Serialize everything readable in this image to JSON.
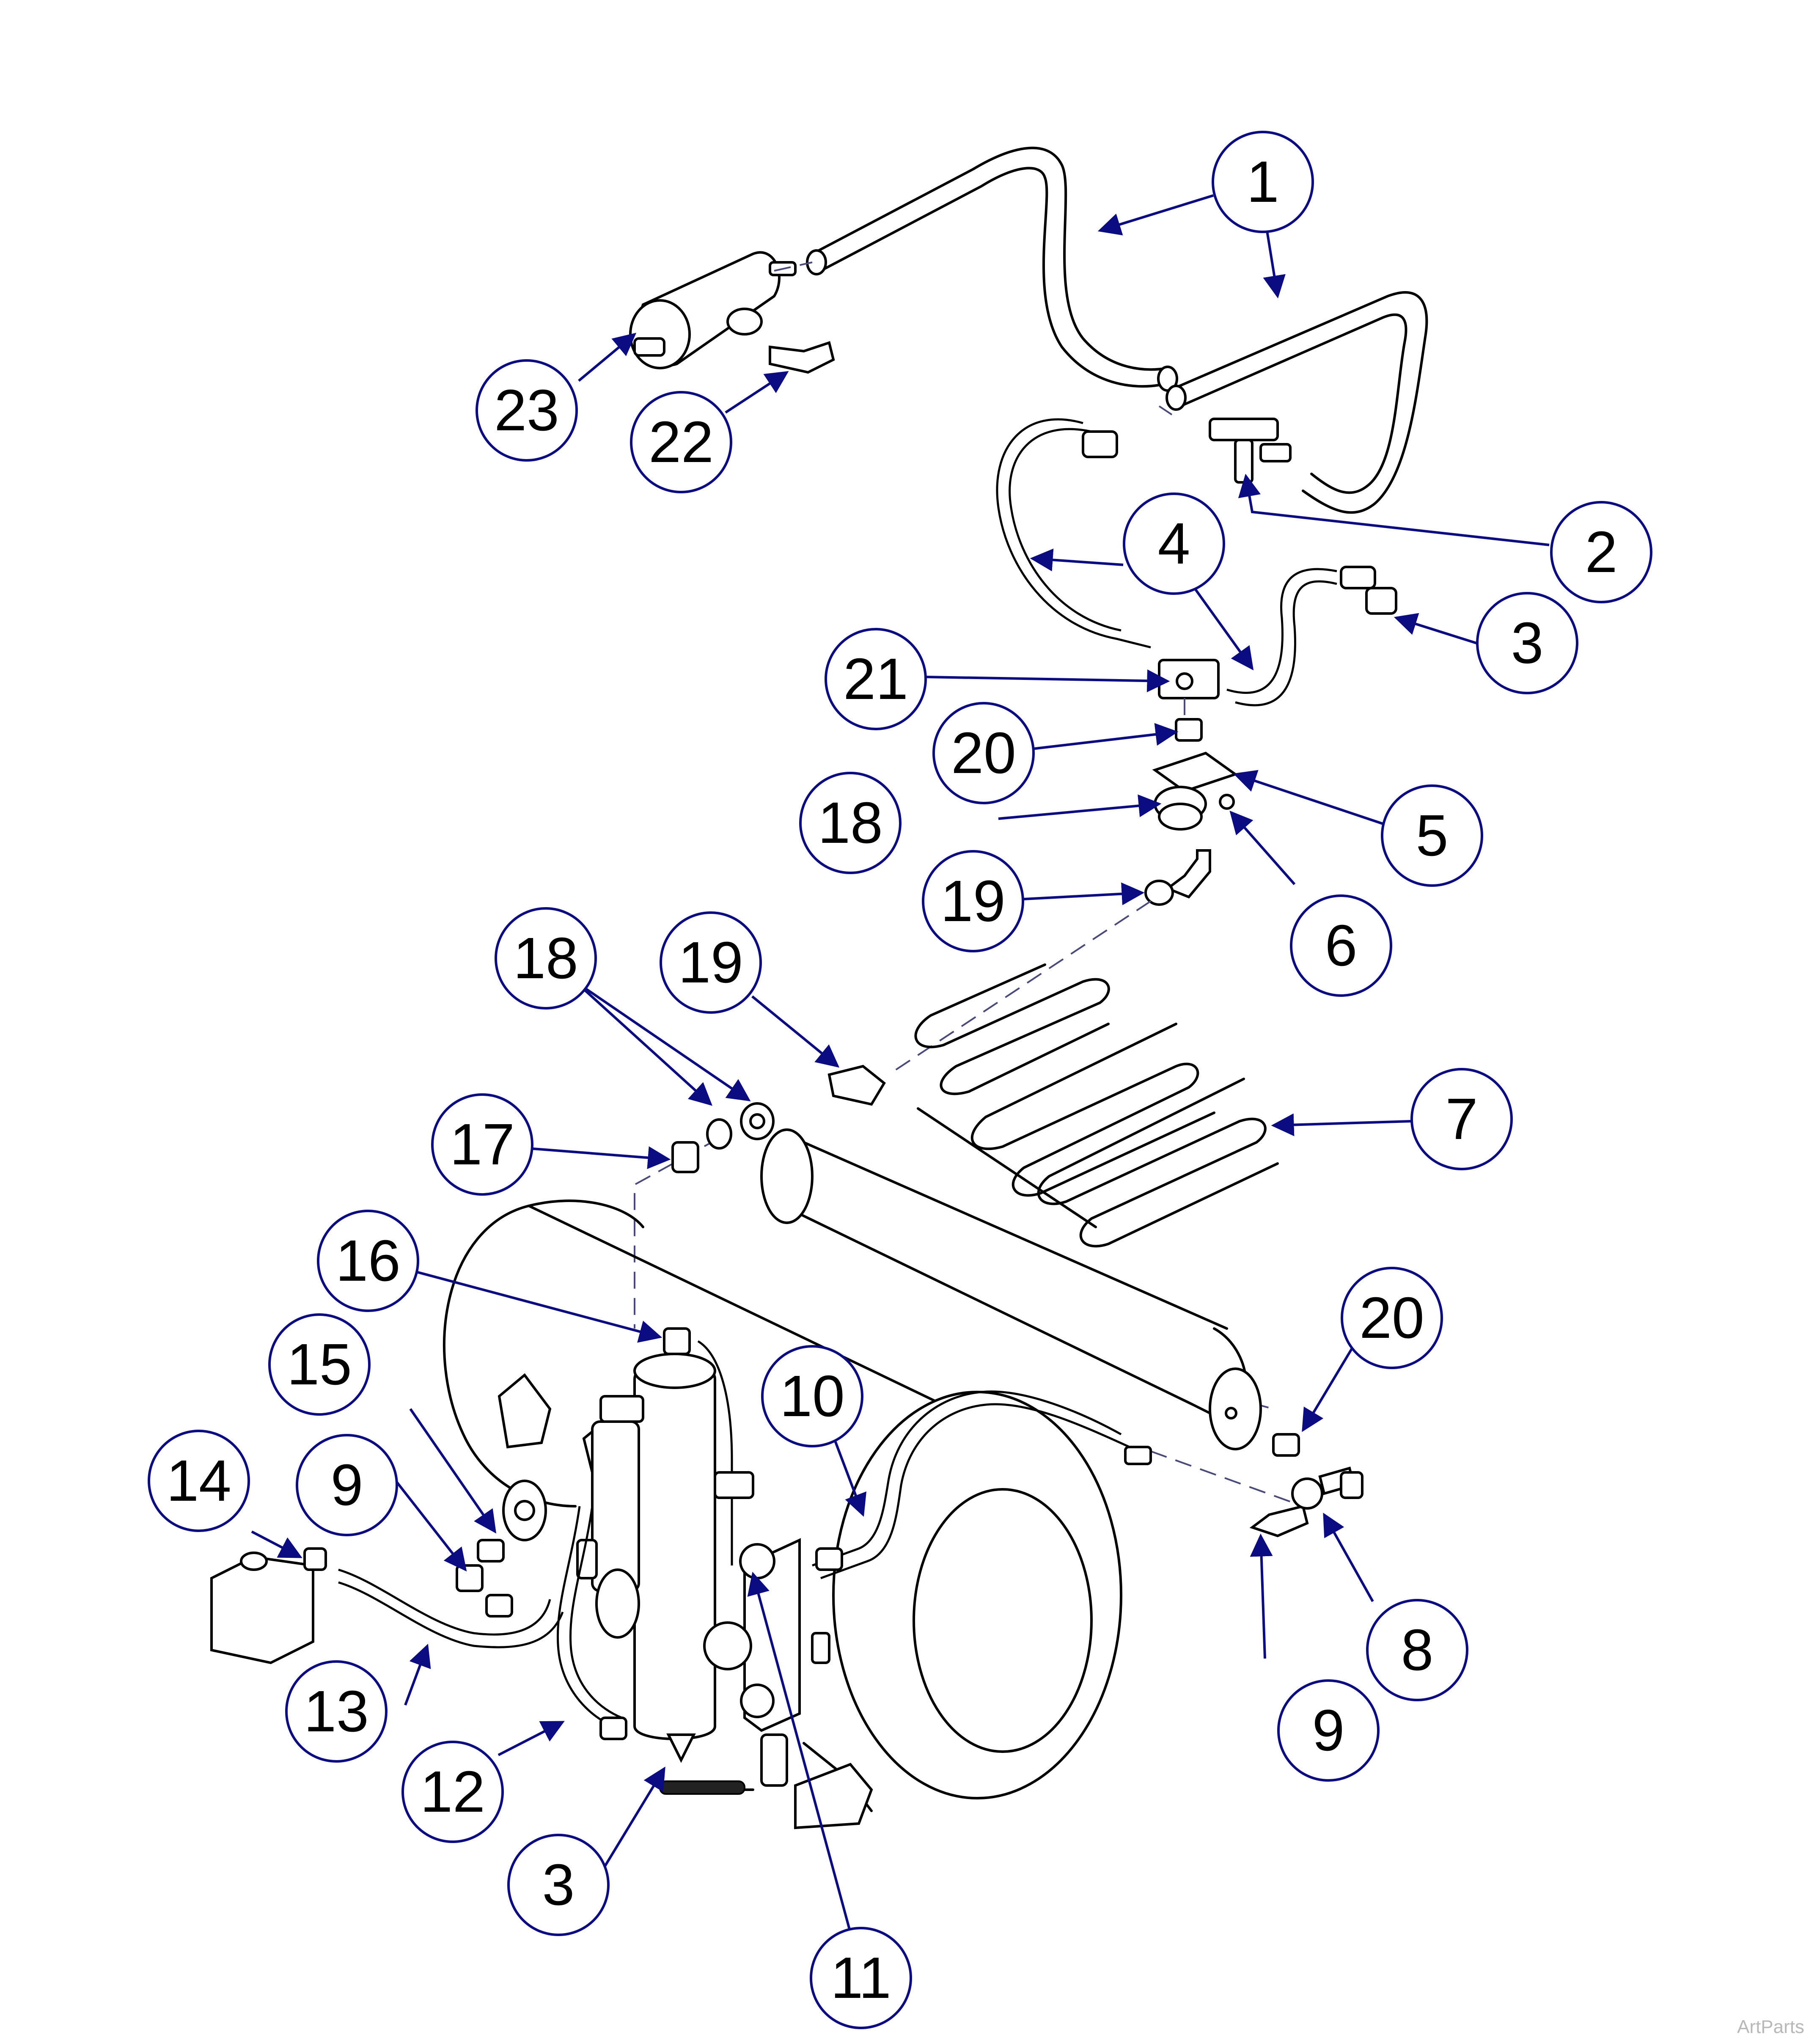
{
  "watermark": "ArtParts",
  "colors": {
    "callout": "#0b0b82",
    "linework": "#000000",
    "watermark": "#b8b8b8"
  },
  "callouts": [
    {
      "id": "c1",
      "label": "1"
    },
    {
      "id": "c2",
      "label": "2"
    },
    {
      "id": "c3a",
      "label": "3"
    },
    {
      "id": "c4",
      "label": "4"
    },
    {
      "id": "c5",
      "label": "5"
    },
    {
      "id": "c6",
      "label": "6"
    },
    {
      "id": "c7",
      "label": "7"
    },
    {
      "id": "c8",
      "label": "8"
    },
    {
      "id": "c9a",
      "label": "9"
    },
    {
      "id": "c9b",
      "label": "9"
    },
    {
      "id": "c10",
      "label": "10"
    },
    {
      "id": "c11",
      "label": "11"
    },
    {
      "id": "c12",
      "label": "12"
    },
    {
      "id": "c13",
      "label": "13"
    },
    {
      "id": "c14",
      "label": "14"
    },
    {
      "id": "c15",
      "label": "15"
    },
    {
      "id": "c16",
      "label": "16"
    },
    {
      "id": "c17",
      "label": "17"
    },
    {
      "id": "c18a",
      "label": "18"
    },
    {
      "id": "c18b",
      "label": "18"
    },
    {
      "id": "c19a",
      "label": "19"
    },
    {
      "id": "c19b",
      "label": "19"
    },
    {
      "id": "c20a",
      "label": "20"
    },
    {
      "id": "c20b",
      "label": "20"
    },
    {
      "id": "c21",
      "label": "21"
    },
    {
      "id": "c22",
      "label": "22"
    },
    {
      "id": "c23",
      "label": "23"
    },
    {
      "id": "c3b",
      "label": "3"
    }
  ]
}
